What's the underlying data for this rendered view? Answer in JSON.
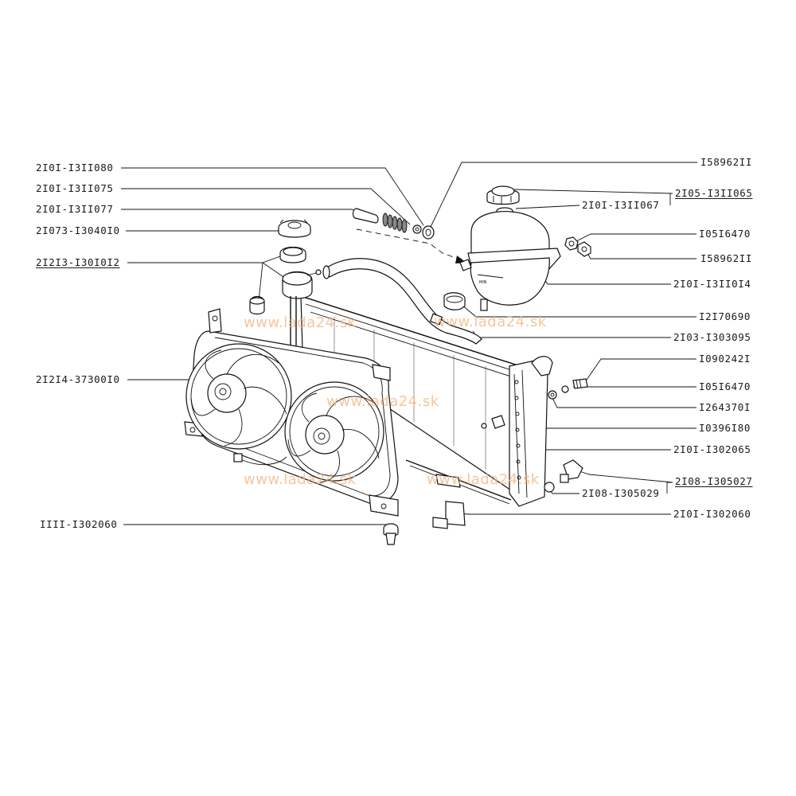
{
  "parts": {
    "left": {
      "l1": "2I0I-I3II080",
      "l2": "2I0I-I3II075",
      "l3": "2I0I-I3II077",
      "l4": "2I073-I3040I0",
      "l5": "2I2I3-I30I0I2",
      "l6": "2I2I4-37300I0",
      "l7": "IIII-I302060"
    },
    "right": {
      "r1": "I58962II",
      "r2": "2I05-I3II065",
      "r3": "2I0I-I3II067",
      "r4": "I05I6470",
      "r5": "I58962II",
      "r6": "2I0I-I3II0I4",
      "r7": "I2I70690",
      "r8": "2I03-I303095",
      "r9": "I090242I",
      "r10": "I05I6470",
      "r11": "I264370I",
      "r12": "I0396I80",
      "r13": "2I0I-I302065",
      "r14": "2I08-I305027",
      "r15": "2I08-I305029",
      "r16": "2I0I-I302060"
    }
  },
  "watermark": "www.lada24.sk",
  "colors": {
    "line": "#111111",
    "watermark": "#f2b27a"
  }
}
